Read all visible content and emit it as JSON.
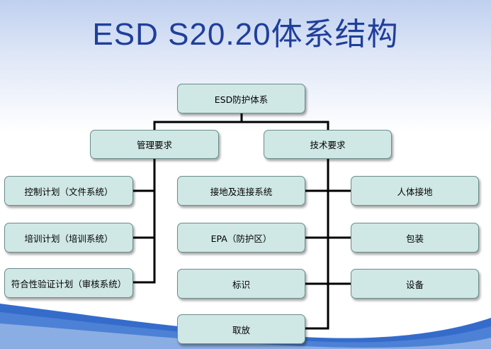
{
  "title_latin": "ESD S20.20",
  "title_cjk": "体系结构",
  "root": "ESD防护体系",
  "branches": {
    "management": {
      "label": "管理要求",
      "items": [
        "控制计划（文件系统）",
        "培训计划（培训系统）",
        "符合性验证计划（审核系统）"
      ]
    },
    "technical": {
      "label": "技术要求",
      "left_items": [
        "接地及连接系统",
        "EPA（防护区）",
        "标识",
        "取放"
      ],
      "right_items": [
        "人体接地",
        "包装",
        "设备"
      ]
    }
  },
  "colors": {
    "title": "#1f3f9a",
    "node_fill": "#cfe7e5",
    "node_border": "#6b8d8b",
    "connector": "#000000",
    "swoosh": "#2a64c8"
  }
}
